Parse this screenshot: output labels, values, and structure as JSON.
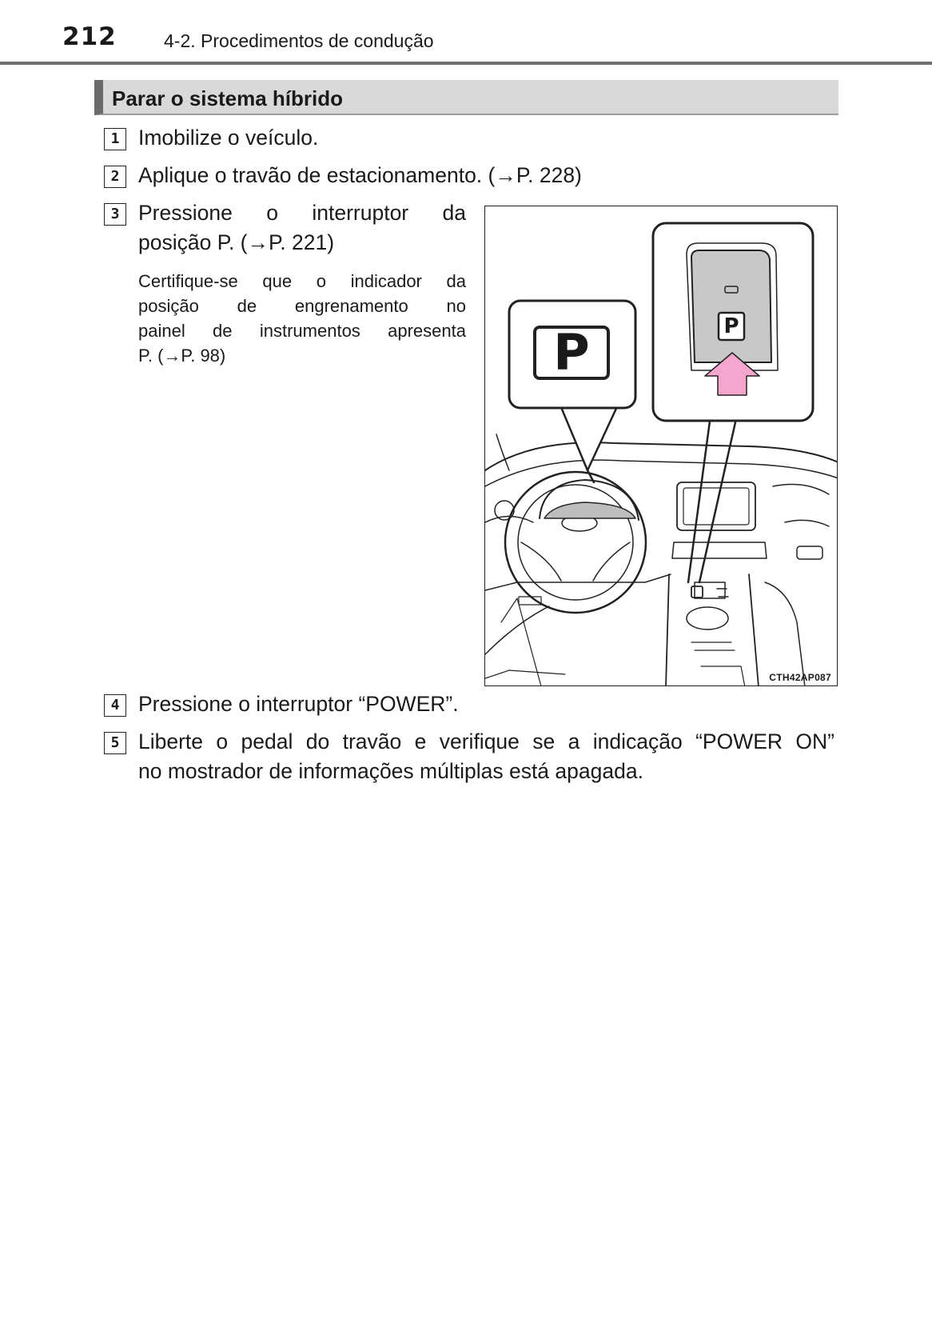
{
  "header": {
    "page_number": "212",
    "section_path": "4-2. Procedimentos de condução"
  },
  "section": {
    "title": "Parar o sistema híbrido"
  },
  "steps": [
    {
      "number": "1",
      "lines": [
        "Imobilize o veículo."
      ]
    },
    {
      "number": "2",
      "lines": [
        "Aplique o travão de estacionamento. (→P. 228)"
      ]
    },
    {
      "number": "3",
      "lines": [
        "Pressione o interruptor da",
        "posição P. (→P. 221)"
      ],
      "note_lines": [
        "Certifique-se que o indicador da",
        "posição de engrenamento no",
        "painel de instrumentos apresenta",
        "P. (→P. 98)"
      ]
    },
    {
      "number": "4",
      "lines": [
        "Pressione o interruptor “POWER”."
      ]
    },
    {
      "number": "5",
      "lines": [
        "Liberte o pedal do travão e verifique se a indicação “POWER ON”",
        "no mostrador de informações múltiplas está apagada."
      ]
    }
  ],
  "figure": {
    "code": "CTH42AP087",
    "indicator_letter": "P",
    "switch_letter": "P",
    "colors": {
      "arrow": "#f4a6cf",
      "switch_panel": "#c8c8c8",
      "line": "#222222"
    }
  }
}
